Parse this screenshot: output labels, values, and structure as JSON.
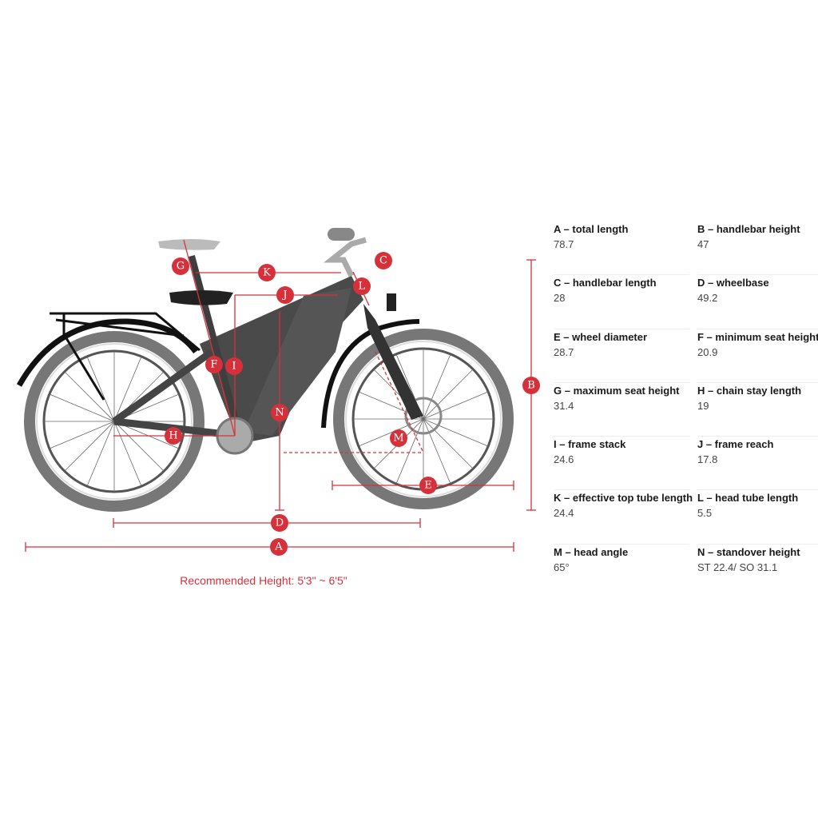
{
  "diagram": {
    "markers": {
      "A": "A",
      "B": "B",
      "C": "C",
      "D": "D",
      "E": "E",
      "F": "F",
      "G": "G",
      "H": "H",
      "I": "I",
      "J": "J",
      "K": "K",
      "L": "L",
      "M": "M",
      "N": "N"
    },
    "accent_color": "#d6313b",
    "recommended_height": "Recommended Height: 5'3\" ~ 6'5\""
  },
  "specs": [
    {
      "label": "A – total length",
      "value": "78.7"
    },
    {
      "label": "B – handlebar height",
      "value": "47"
    },
    {
      "label": "C – handlebar length",
      "value": "28"
    },
    {
      "label": "D – wheelbase",
      "value": "49.2"
    },
    {
      "label": "E – wheel diameter",
      "value": "28.7"
    },
    {
      "label": "F – minimum seat height",
      "value": "20.9"
    },
    {
      "label": "G – maximum seat height",
      "value": "31.4"
    },
    {
      "label": "H – chain stay length",
      "value": "19"
    },
    {
      "label": "I – frame stack",
      "value": "24.6"
    },
    {
      "label": "J – frame reach",
      "value": "17.8"
    },
    {
      "label": "K – effective top tube length",
      "value": "24.4"
    },
    {
      "label": "L – head tube length",
      "value": "5.5"
    },
    {
      "label": "M – head angle",
      "value": "65°"
    },
    {
      "label": "N – standover height",
      "value": "ST 22.4/ SO 31.1"
    }
  ]
}
